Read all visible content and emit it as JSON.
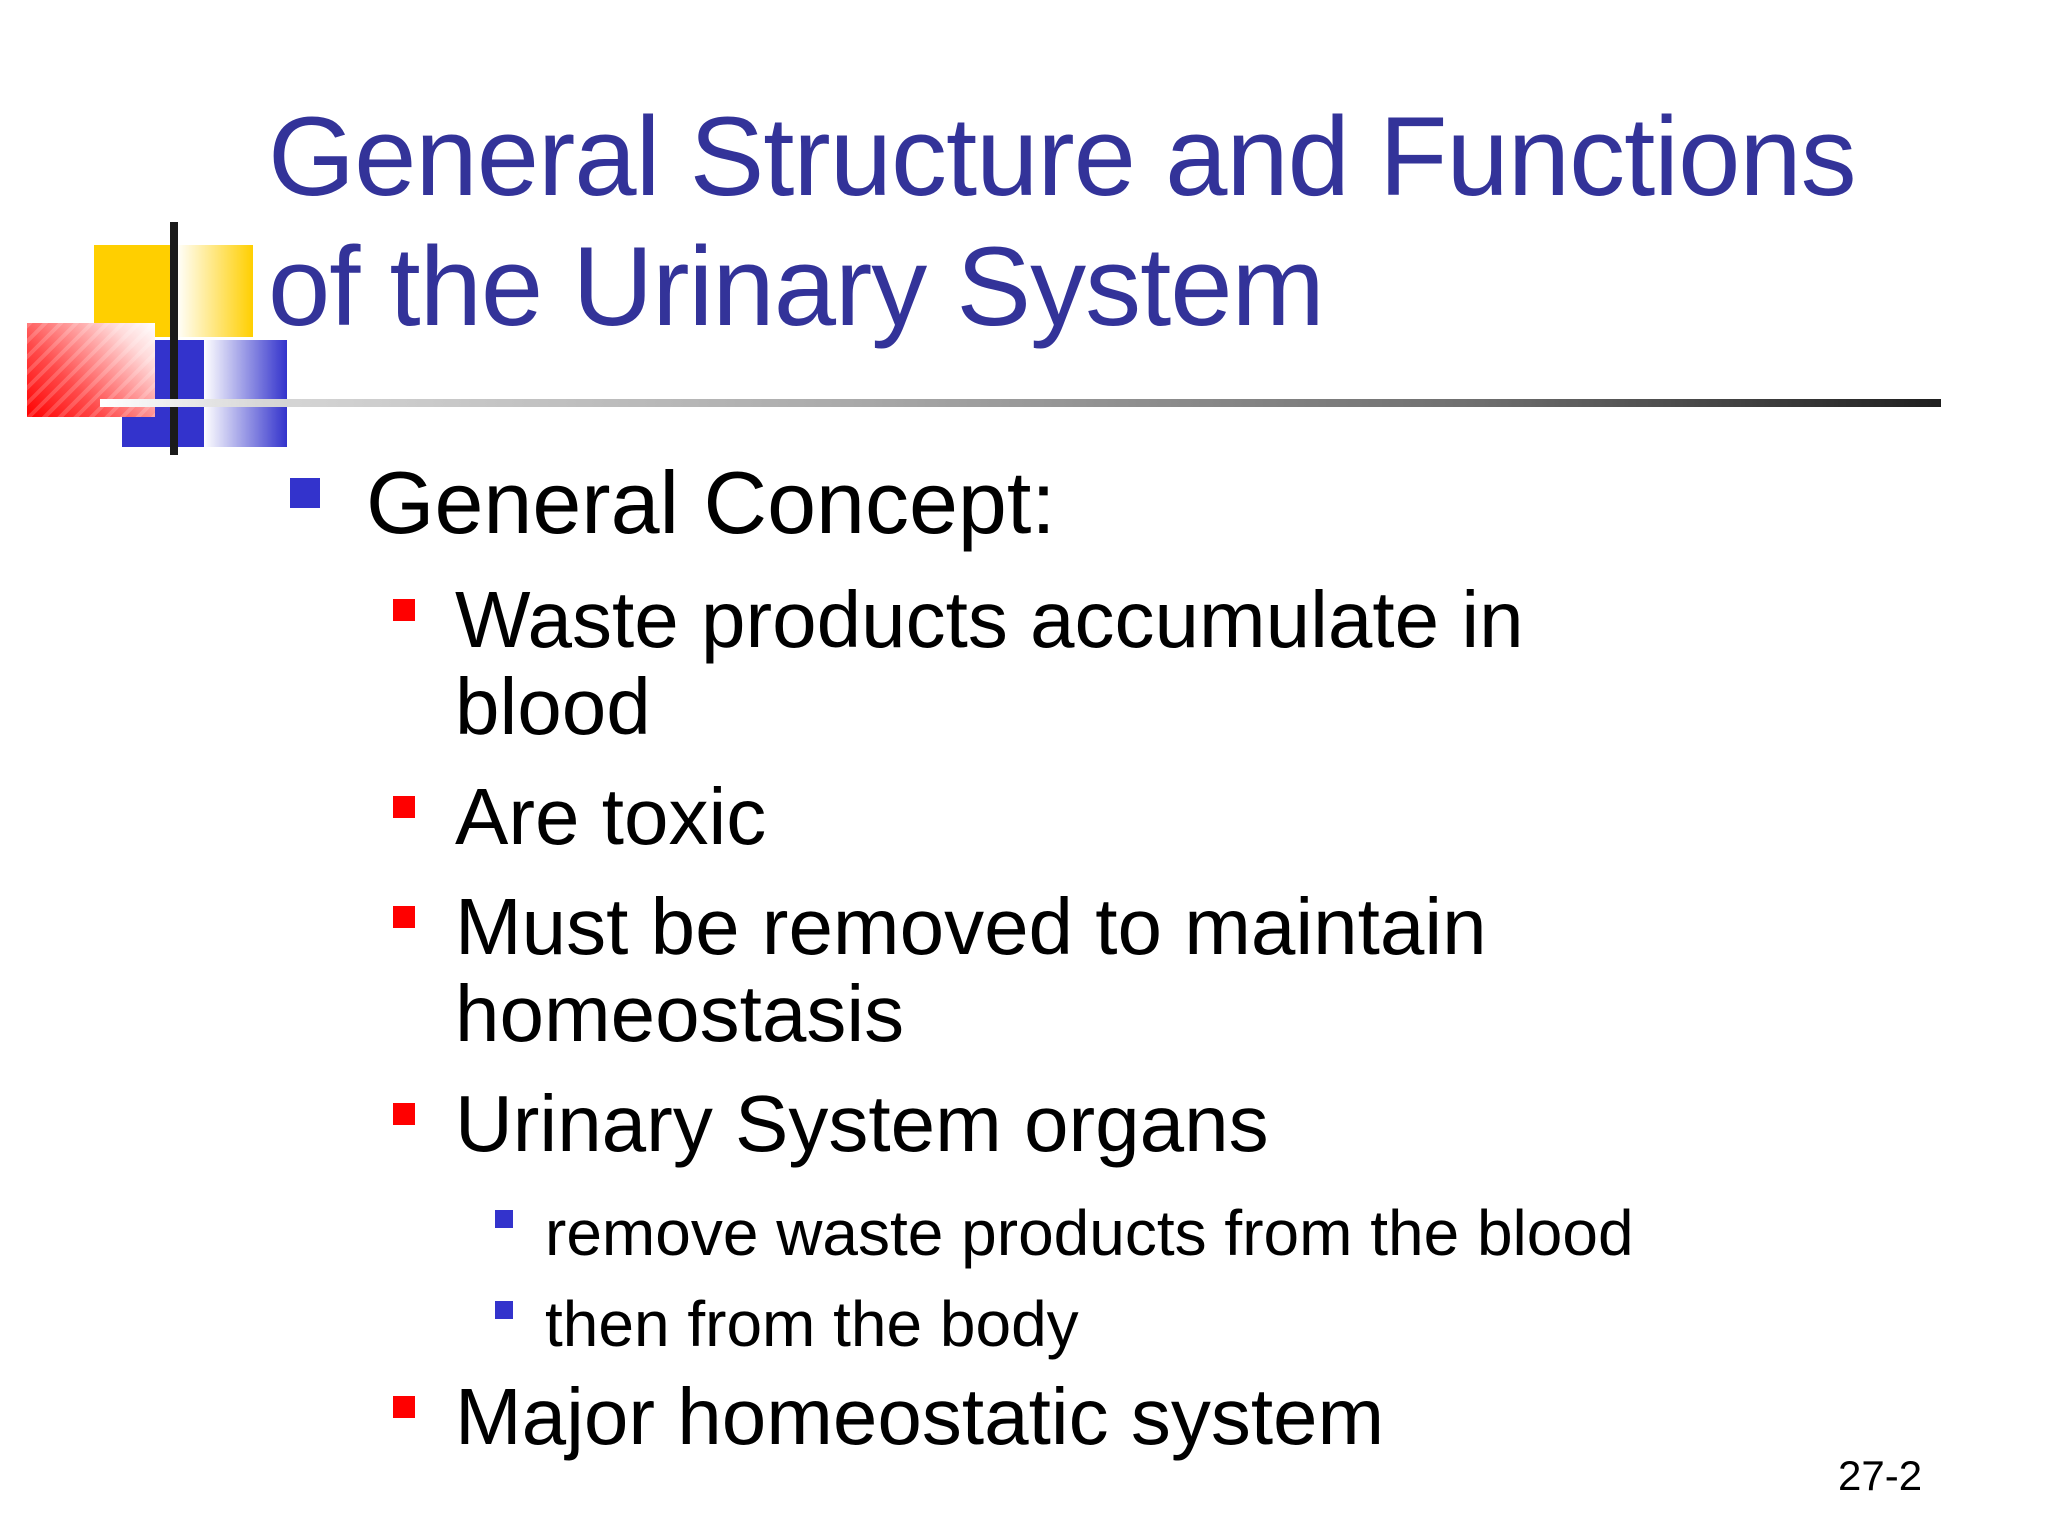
{
  "slide": {
    "title": {
      "line1": "General Structure and Functions",
      "line2": "of the Urinary System",
      "full": "General Structure and Functions of the Urinary System"
    },
    "content": {
      "items": [
        {
          "level": 1,
          "bullet_color": "#3333cc",
          "text": "General Concept:"
        },
        {
          "level": 2,
          "bullet_color": "#ff0000",
          "text": "Waste products accumulate in blood"
        },
        {
          "level": 2,
          "bullet_color": "#ff0000",
          "text": "Are toxic"
        },
        {
          "level": 2,
          "bullet_color": "#ff0000",
          "text": "Must be removed to maintain homeostasis"
        },
        {
          "level": 2,
          "bullet_color": "#ff0000",
          "text": "Urinary System organs"
        },
        {
          "level": 3,
          "bullet_color": "#3333cc",
          "text": "remove waste products from the blood"
        },
        {
          "level": 3,
          "bullet_color": "#3333cc",
          "text": "then from the body"
        },
        {
          "level": 2,
          "bullet_color": "#ff0000",
          "text": "Major homeostatic system"
        }
      ]
    },
    "page_number": "27-2",
    "colors": {
      "title_text": "#333399",
      "body_text": "#000000",
      "bullet_blue": "#3333cc",
      "bullet_red": "#ff0000",
      "accent_yellow": "#ffcf00",
      "accent_blue": "#3333cc",
      "accent_red": "#ff0000",
      "rule_gradient_start": "#ffffff",
      "rule_gradient_end": "#1f1f1f"
    }
  }
}
